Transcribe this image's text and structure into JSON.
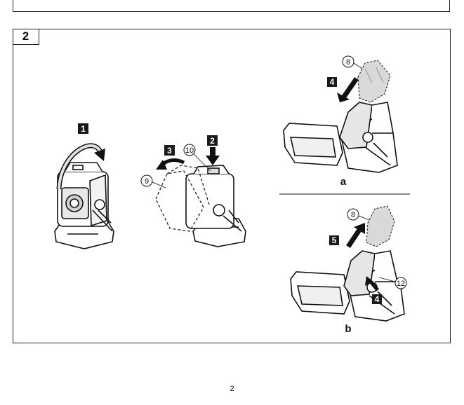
{
  "figure": {
    "number": "2",
    "steps": {
      "s1": "1",
      "s2": "2",
      "s3": "3",
      "s4a": "4",
      "s5": "5",
      "s4b": "4"
    },
    "callouts": {
      "c8a": "8",
      "c8b": "8",
      "c9": "9",
      "c10": "10",
      "c12": "12"
    },
    "sublabels": {
      "a": "a",
      "b": "b"
    }
  },
  "page": {
    "number": "2"
  },
  "colors": {
    "line": "#111111",
    "step_fill": "#1a1a1a",
    "shade": "#d9d9d9",
    "ghost": "#bbbbbb"
  }
}
